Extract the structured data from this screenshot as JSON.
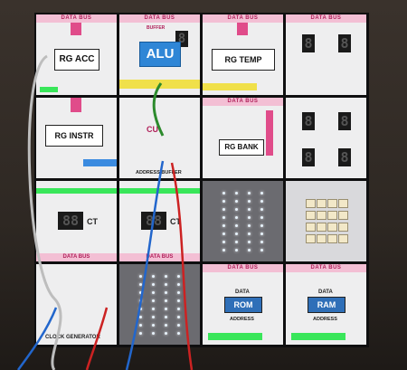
{
  "board": {
    "top_bus": [
      "DATA BUS",
      "DATA BUS",
      "DATA BUS",
      "DATA BUS"
    ],
    "row2_bus": [
      "DATA BUS"
    ],
    "row4_bus": [
      "DATA BUS",
      "DATA BUS",
      "DATA BUS",
      "DATA BUS"
    ],
    "acc_label": "RG ACC",
    "alu_label": "ALU",
    "buffer_label": "BUFFER",
    "temp_label": "RG TEMP",
    "instr_label": "RG INSTR",
    "cu_label": "CU",
    "bank_label": "RG BANK",
    "address_buffer_label": "ADDRESS BUFFER",
    "ct_label_1": "CT",
    "ct_label_2": "CT",
    "rom_label": "ROM",
    "ram_label": "RAM",
    "data_label_rom": "DATA",
    "data_label_ram": "DATA",
    "address_label_rom": "ADDRESS",
    "address_label_ram": "ADDRESS",
    "clock_label": "CLOCK GENERATOR",
    "seg_digit": "8",
    "seg_pair": "88"
  }
}
